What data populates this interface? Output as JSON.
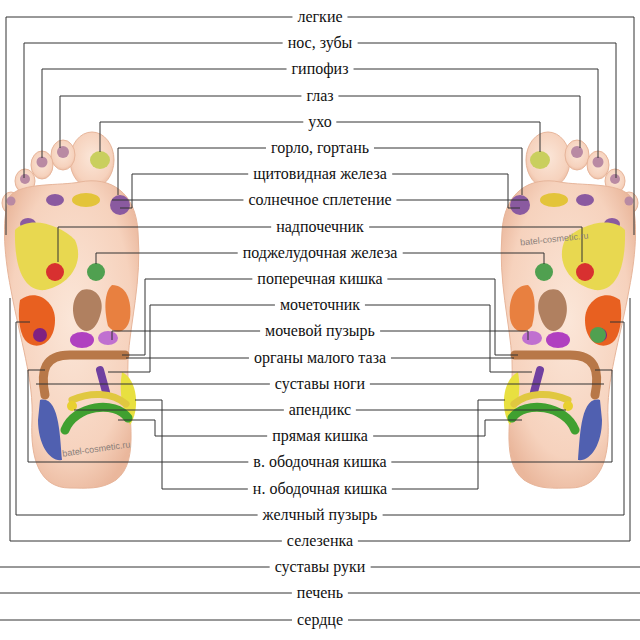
{
  "diagram": {
    "labels": [
      "легкие",
      "нос, зубы",
      "гипофиз",
      "глаз",
      "ухо",
      "горло, гортань",
      "щитовидная железа",
      "солнечное сплетение",
      "надпочечник",
      "поджелудочная железа",
      "поперечная кишка",
      "мочеточник",
      "мочевой пузырь",
      "органы малого таза",
      "суставы ноги",
      "апендикс",
      "прямая кишка",
      "в. ободочная кишка",
      "н. ободочная кишка",
      "желчный пузырь",
      "селезенка",
      "суставы руки",
      "печень",
      "сердце",
      "batel-cosmetic.ru",
      "batel-cosmetic.ru"
    ]
  }
}
